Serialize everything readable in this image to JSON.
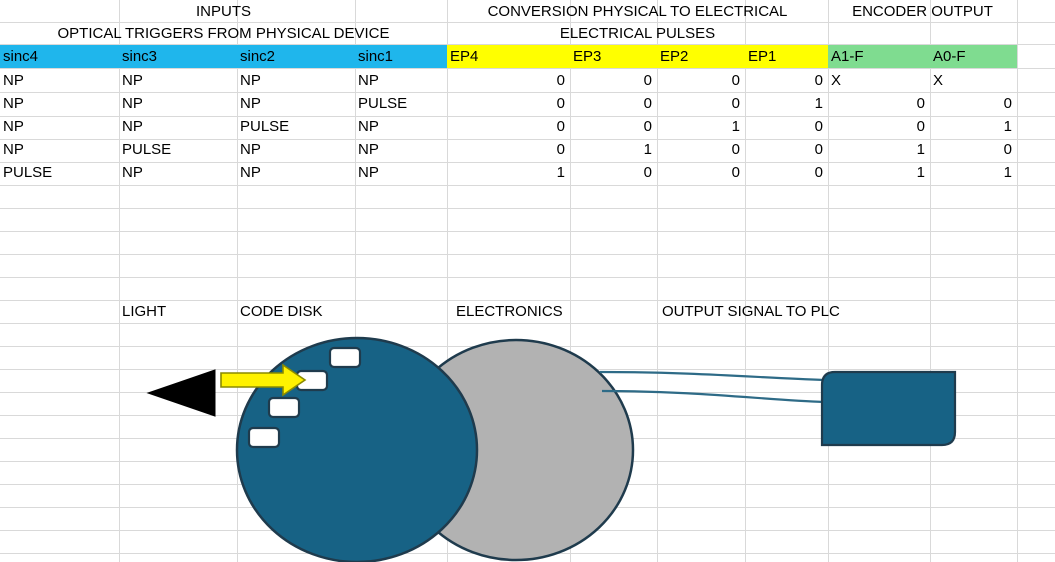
{
  "spreadsheet": {
    "title_row": {
      "inputs": "INPUTS",
      "conversion": "CONVERSION PHYSICAL TO ELECTRICAL",
      "encoder_output": "ENCODER OUTPUT"
    },
    "subtitle_row": {
      "optical": "OPTICAL TRIGGERS FROM PHYSICAL DEVICE",
      "pulses": "ELECTRICAL PULSES"
    },
    "column_headers": {
      "optical": [
        "sinc4",
        "sinc3",
        "sinc2",
        "sinc1"
      ],
      "pulses": [
        "EP4",
        "EP3",
        "EP2",
        "EP1"
      ],
      "encoder": [
        "A1-F",
        "A0-F"
      ]
    },
    "rows": [
      {
        "optical": [
          "NP",
          "NP",
          "NP",
          "NP"
        ],
        "pulses": [
          "0",
          "0",
          "0",
          "0"
        ],
        "encoder": [
          "X",
          "X"
        ]
      },
      {
        "optical": [
          "NP",
          "NP",
          "NP",
          "PULSE"
        ],
        "pulses": [
          "0",
          "0",
          "0",
          "1"
        ],
        "encoder": [
          "0",
          "0"
        ]
      },
      {
        "optical": [
          "NP",
          "NP",
          "PULSE",
          "NP"
        ],
        "pulses": [
          "0",
          "0",
          "1",
          "0"
        ],
        "encoder": [
          "0",
          "1"
        ]
      },
      {
        "optical": [
          "NP",
          "PULSE",
          "NP",
          "NP"
        ],
        "pulses": [
          "0",
          "1",
          "0",
          "0"
        ],
        "encoder": [
          "1",
          "0"
        ]
      },
      {
        "optical": [
          "PULSE",
          "NP",
          "NP",
          "NP"
        ],
        "pulses": [
          "1",
          "0",
          "0",
          "0"
        ],
        "encoder": [
          "1",
          "1"
        ]
      }
    ],
    "colors": {
      "optical_header": "#1FB6EC",
      "pulses_header": "#FFFF00",
      "encoder_header": "#7FDC90",
      "gridline": "#D9D9D9"
    }
  },
  "diagram": {
    "labels": {
      "light": "LIGHT",
      "code_disk": "CODE DISK",
      "electronics": "ELECTRONICS",
      "output_signal": "OUTPUT SIGNAL TO PLC"
    },
    "colors": {
      "disk_blue": "#176285",
      "electronics_gray": "#B2B2B2",
      "arrow_yellow": "#FFF200",
      "slot_white": "#FFFFFF",
      "outline": "#1F3B4D",
      "light_beam_black": "#000000",
      "plc_blue": "#176285",
      "wire": "#2E6B87"
    },
    "slot_count": 4
  }
}
